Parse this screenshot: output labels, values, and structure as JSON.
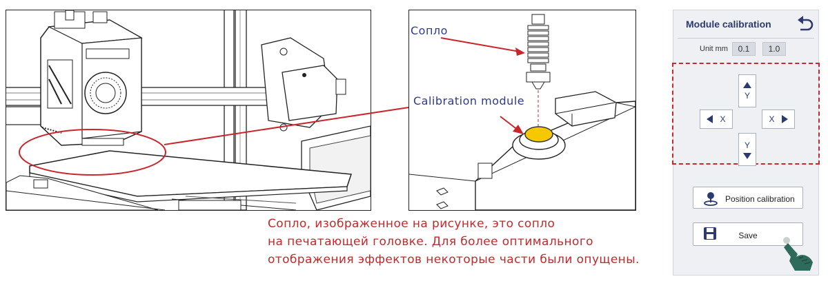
{
  "printer_panel": {
    "callout_color": "#c8262a"
  },
  "closeup_panel": {
    "nozzle_label": "Сопло",
    "module_label": "Calibration module",
    "label_color": "#2d3a8c",
    "arrow_color": "#c8262a"
  },
  "note": {
    "lines": [
      "Сопло, изображенное на рисунке, это сопло",
      "на печатающей головке. Для более оптимального",
      "отображения эффектов некоторые части были опущены."
    ],
    "color": "#c8262a"
  },
  "ui": {
    "title": "Module calibration",
    "back_icon": "undo-arrow-icon",
    "unit_label": "Unit mm",
    "unit_options": [
      "0.1",
      "1.0"
    ],
    "dpad": {
      "y_up": "Y",
      "y_down": "Y",
      "x_left": "X",
      "x_right": "X"
    },
    "position_button": {
      "label": "Position calibration",
      "icon": "location-pin-icon"
    },
    "save_button": {
      "label": "Save",
      "icon": "floppy-disk-icon"
    },
    "accent_color": "#2b3a70",
    "highlight_color": "#c8262a"
  }
}
